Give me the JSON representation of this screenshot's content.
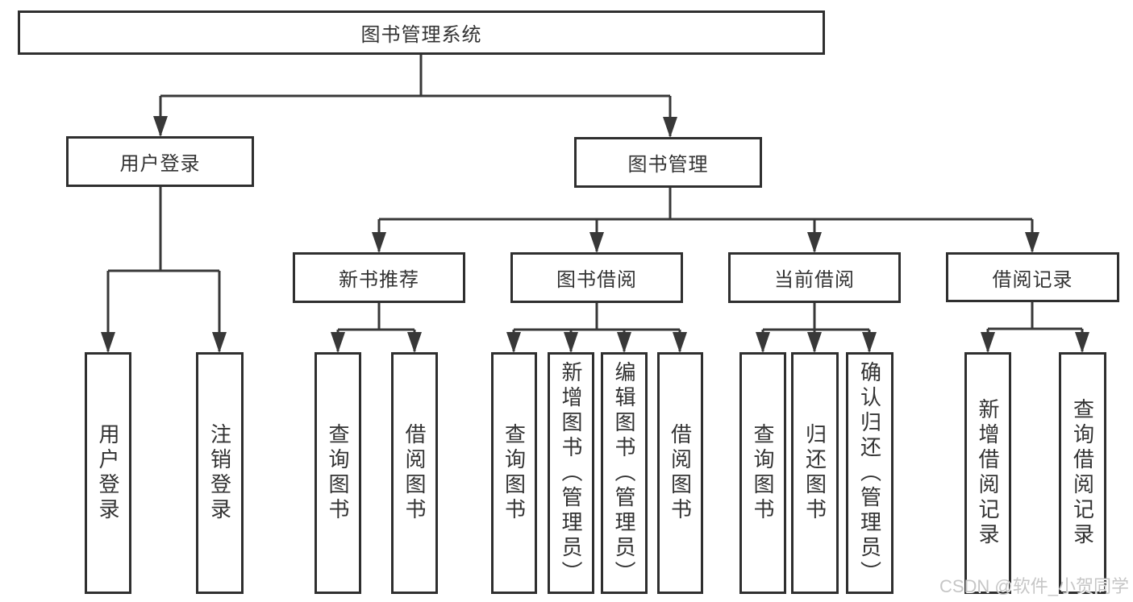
{
  "nodes": {
    "root": "图书管理系统",
    "user_login": "用户登录",
    "book_management": "图书管理",
    "new_book_recommend": "新书推荐",
    "book_borrowing": "图书借阅",
    "current_borrowing": "当前借阅",
    "borrowing_records": "借阅记录",
    "leaf_user_login": "用户登录",
    "leaf_logout_login": "注销登录",
    "leaf_query_books_a": "查询图书",
    "leaf_borrow_books_a": "借阅图书",
    "leaf_query_books_b": "查询图书",
    "leaf_add_books_admin": "新增图书（管理员）",
    "leaf_edit_books_admin": "编辑图书（管理员）",
    "leaf_borrow_books_b": "借阅图书",
    "leaf_query_books_c": "查询图书",
    "leaf_return_books": "归还图书",
    "leaf_confirm_return_admin": "确认归还（管理员）",
    "leaf_add_borrow_record": "新增借阅记录",
    "leaf_query_borrow_record": "查询借阅记录"
  },
  "watermark": "CSDN @软件_小贺同学",
  "colors": {
    "line": "#383838",
    "box_border": "#2f2f2f",
    "text": "#333333",
    "watermark": "#c6c6c6",
    "background": "#ffffff"
  }
}
